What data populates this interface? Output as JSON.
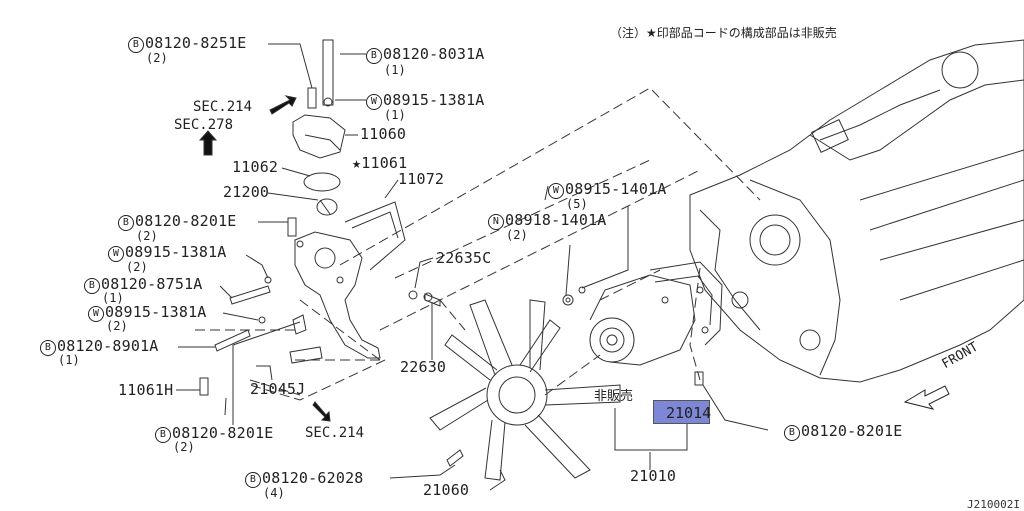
{
  "note": "（注）★印部品コードの構成部品は非販売",
  "diagram_code": "J210002I",
  "front_label": "FRONT",
  "not_sold_label": "非販売",
  "highlight_part": "21014",
  "sections": [
    "SEC.214",
    "SEC.278",
    "SEC.214"
  ],
  "labels": [
    {
      "prefix": "B",
      "text": "08120-8251E",
      "qty": "(2)"
    },
    {
      "prefix": "B",
      "text": "08120-8031A",
      "qty": "(1)"
    },
    {
      "prefix": "W",
      "text": "08915-1381A",
      "qty": "(1)"
    },
    {
      "prefix": "",
      "text": "11060",
      "qty": ""
    },
    {
      "prefix": "",
      "text": "11062",
      "qty": ""
    },
    {
      "prefix": "",
      "text": "★11061",
      "qty": ""
    },
    {
      "prefix": "",
      "text": "21200",
      "qty": ""
    },
    {
      "prefix": "",
      "text": "11072",
      "qty": ""
    },
    {
      "prefix": "B",
      "text": "08120-8201E",
      "qty": "(2)"
    },
    {
      "prefix": "W",
      "text": "08915-1381A",
      "qty": "(2)"
    },
    {
      "prefix": "B",
      "text": "08120-8751A",
      "qty": "(1)"
    },
    {
      "prefix": "W",
      "text": "08915-1381A",
      "qty": "(2)"
    },
    {
      "prefix": "B",
      "text": "08120-8901A",
      "qty": "(1)"
    },
    {
      "prefix": "",
      "text": "11061H",
      "qty": ""
    },
    {
      "prefix": "",
      "text": "21045J",
      "qty": ""
    },
    {
      "prefix": "B",
      "text": "08120-8201E",
      "qty": "(2)"
    },
    {
      "prefix": "",
      "text": "22635C",
      "qty": ""
    },
    {
      "prefix": "",
      "text": "22630",
      "qty": ""
    },
    {
      "prefix": "W",
      "text": "08915-1401A",
      "qty": "(5)"
    },
    {
      "prefix": "N",
      "text": "08918-1401A",
      "qty": "(2)"
    },
    {
      "prefix": "B",
      "text": "08120-8201E",
      "qty": ""
    },
    {
      "prefix": "B",
      "text": "08120-62028",
      "qty": "(4)"
    },
    {
      "prefix": "",
      "text": "21060",
      "qty": ""
    },
    {
      "prefix": "",
      "text": "21010",
      "qty": ""
    }
  ]
}
